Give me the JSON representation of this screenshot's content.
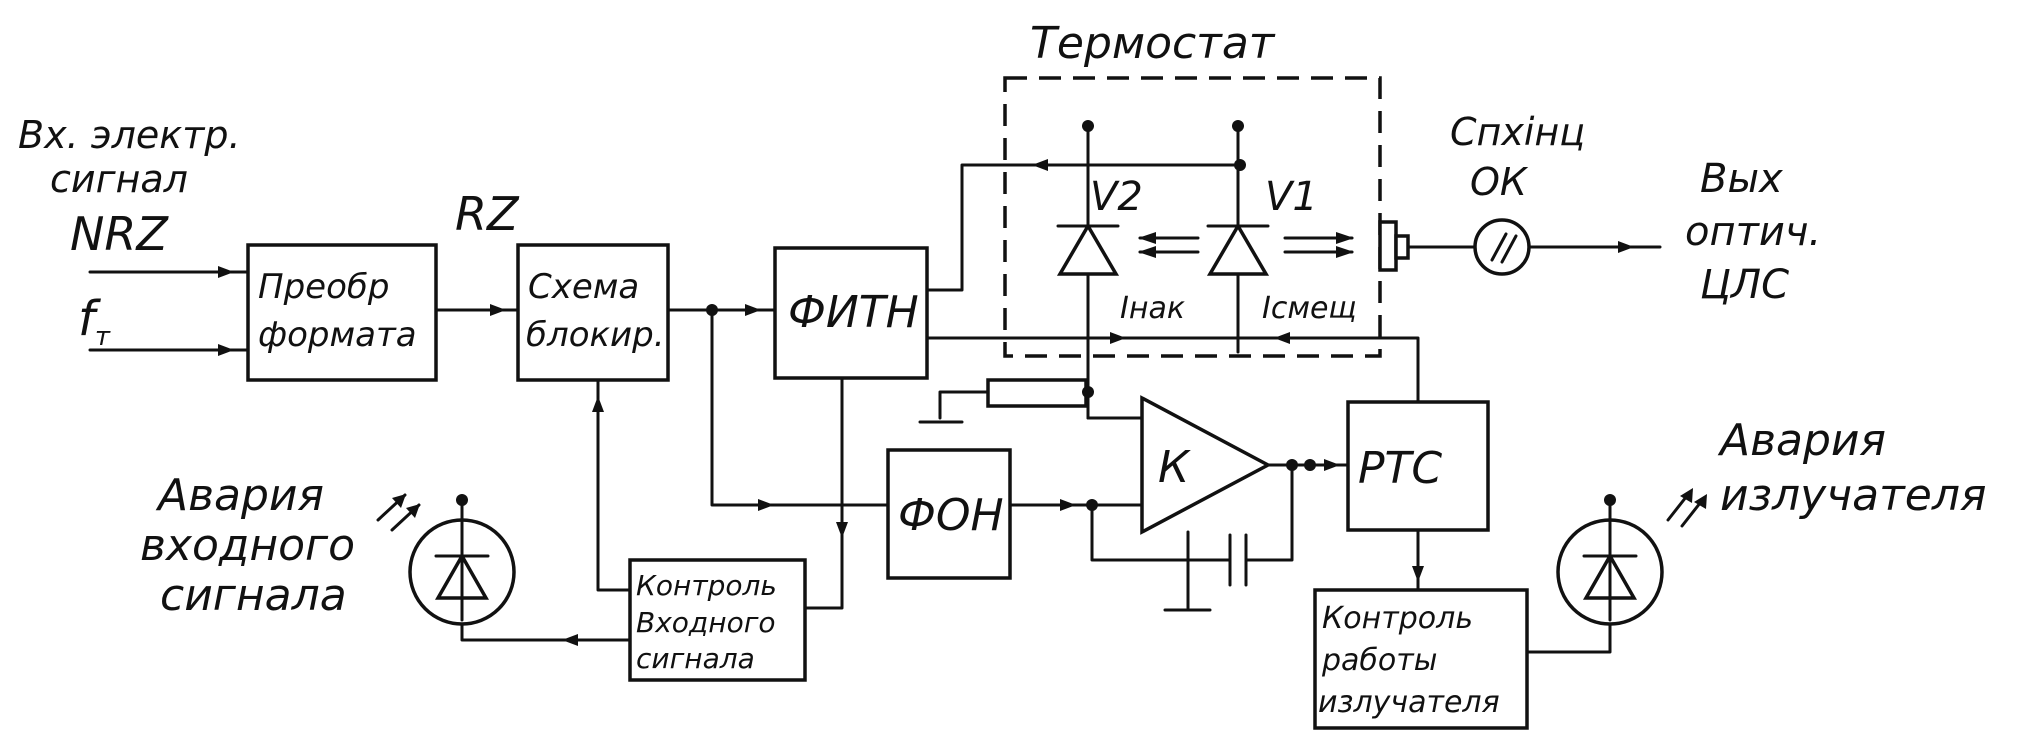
{
  "thermostat": {
    "title": "Термостат"
  },
  "inputs": {
    "signal_line1": "Вх. электр.",
    "signal_line2": "сигнал",
    "nrz": "NRZ",
    "ft": "f",
    "ft_sub": "т",
    "rz": "RZ"
  },
  "blocks": {
    "converter": [
      "Преобр",
      "формата"
    ],
    "blocking": [
      "Схема",
      "блокир."
    ],
    "fitn": "ФИТН",
    "fon": "ФОН",
    "amp": "К",
    "rtc": "РТС",
    "input_monitor": [
      "Контроль",
      "Входного",
      "сигнала"
    ],
    "emitter_monitor": [
      "Контроль",
      "работы",
      "излучателя"
    ]
  },
  "diodes": {
    "v2": "V2",
    "v1": "V1",
    "i_nak": "Iнак",
    "i_smeshch": "Iсмещ"
  },
  "output": {
    "connector_line1": "Спхінц",
    "connector_line2": "ОК",
    "out_line1": "Вых",
    "out_line2": "оптич.",
    "out_line3": "ЦЛС"
  },
  "alarms": {
    "input": [
      "Авария",
      "входного",
      "сигнала"
    ],
    "emitter": [
      "Авария",
      "излучателя"
    ]
  }
}
